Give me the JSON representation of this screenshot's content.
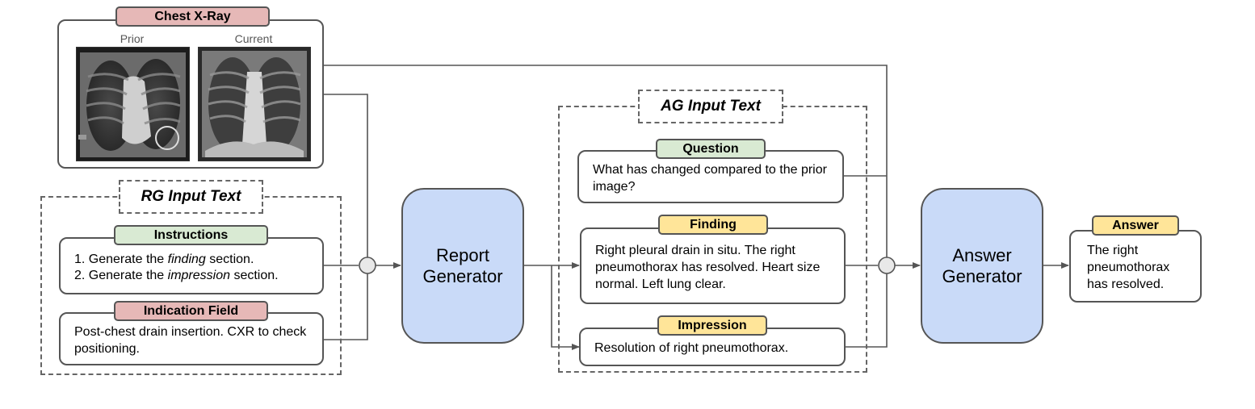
{
  "chest_xray": {
    "title": "Chest X-Ray",
    "prior_label": "Prior",
    "current_label": "Current"
  },
  "rg_input": {
    "title": "RG Input Text",
    "instructions_tag": "Instructions",
    "instructions": [
      {
        "pre": "1. Generate the ",
        "em": "finding",
        "post": " section."
      },
      {
        "pre": "2. Generate the ",
        "em": "impression",
        "post": " section."
      }
    ],
    "indication_tag": "Indication Field",
    "indication_text": "Post-chest drain insertion. CXR to check positioning."
  },
  "report_generator": {
    "line1": "Report",
    "line2": "Generator"
  },
  "ag_input": {
    "title": "AG Input Text",
    "question_tag": "Question",
    "question_text": "What has changed compared to the prior image?",
    "finding_tag": "Finding",
    "finding_text": "Right pleural drain in situ. The right pneumothorax has resolved. Heart size normal. Left lung clear.",
    "impression_tag": "Impression",
    "impression_text": "Resolution of right pneumothorax."
  },
  "answer_generator": {
    "line1": "Answer",
    "line2": "Generator"
  },
  "answer": {
    "tag": "Answer",
    "text": "The right pneumothorax has resolved."
  },
  "colors": {
    "pink": "#e6b8b7",
    "green": "#d9ead3",
    "yellow": "#ffe599",
    "generator_blue": "#c9daf8",
    "line": "#555555"
  }
}
